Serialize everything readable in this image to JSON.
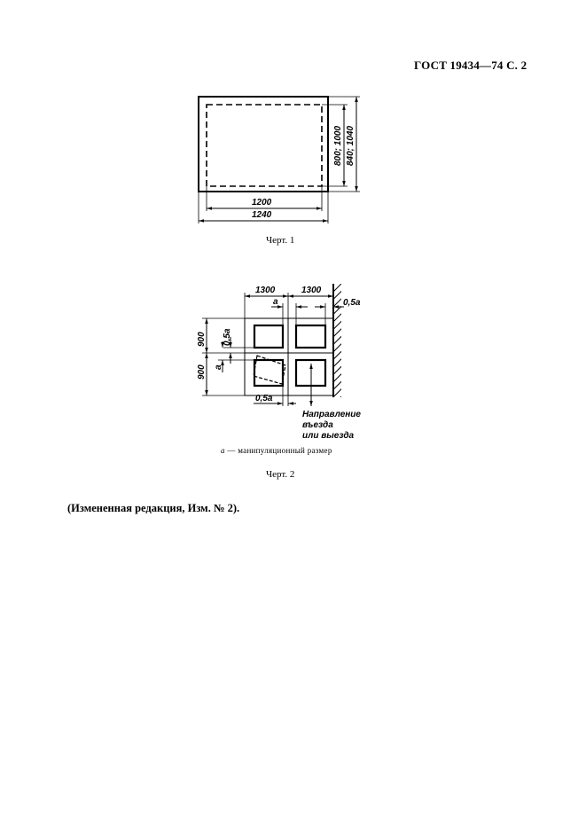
{
  "header": {
    "title": "ГОСТ 19434—74 С. 2"
  },
  "figure1": {
    "caption": "Черт. 1",
    "dims": {
      "inner_width": "1200",
      "outer_width": "1240",
      "inner_height": "800; 1000",
      "outer_height": "840; 1040"
    }
  },
  "figure2": {
    "caption": "Черт. 2",
    "dims": {
      "pitch_x_1": "1300",
      "pitch_x_2": "1300",
      "pitch_y_1": "900",
      "pitch_y_2": "900",
      "gap_a": "a",
      "gap_a_left": "a",
      "half_a_top": "0,5a",
      "half_a_right": "0,5a",
      "half_a_bottom": "0,5a"
    },
    "direction_label": [
      "Направление",
      "въезда",
      "или выезда"
    ],
    "legend_symbol": "a",
    "legend_text": " — манипуляционный размер"
  },
  "note": "(Измененная редакция, Изм. № 2)."
}
